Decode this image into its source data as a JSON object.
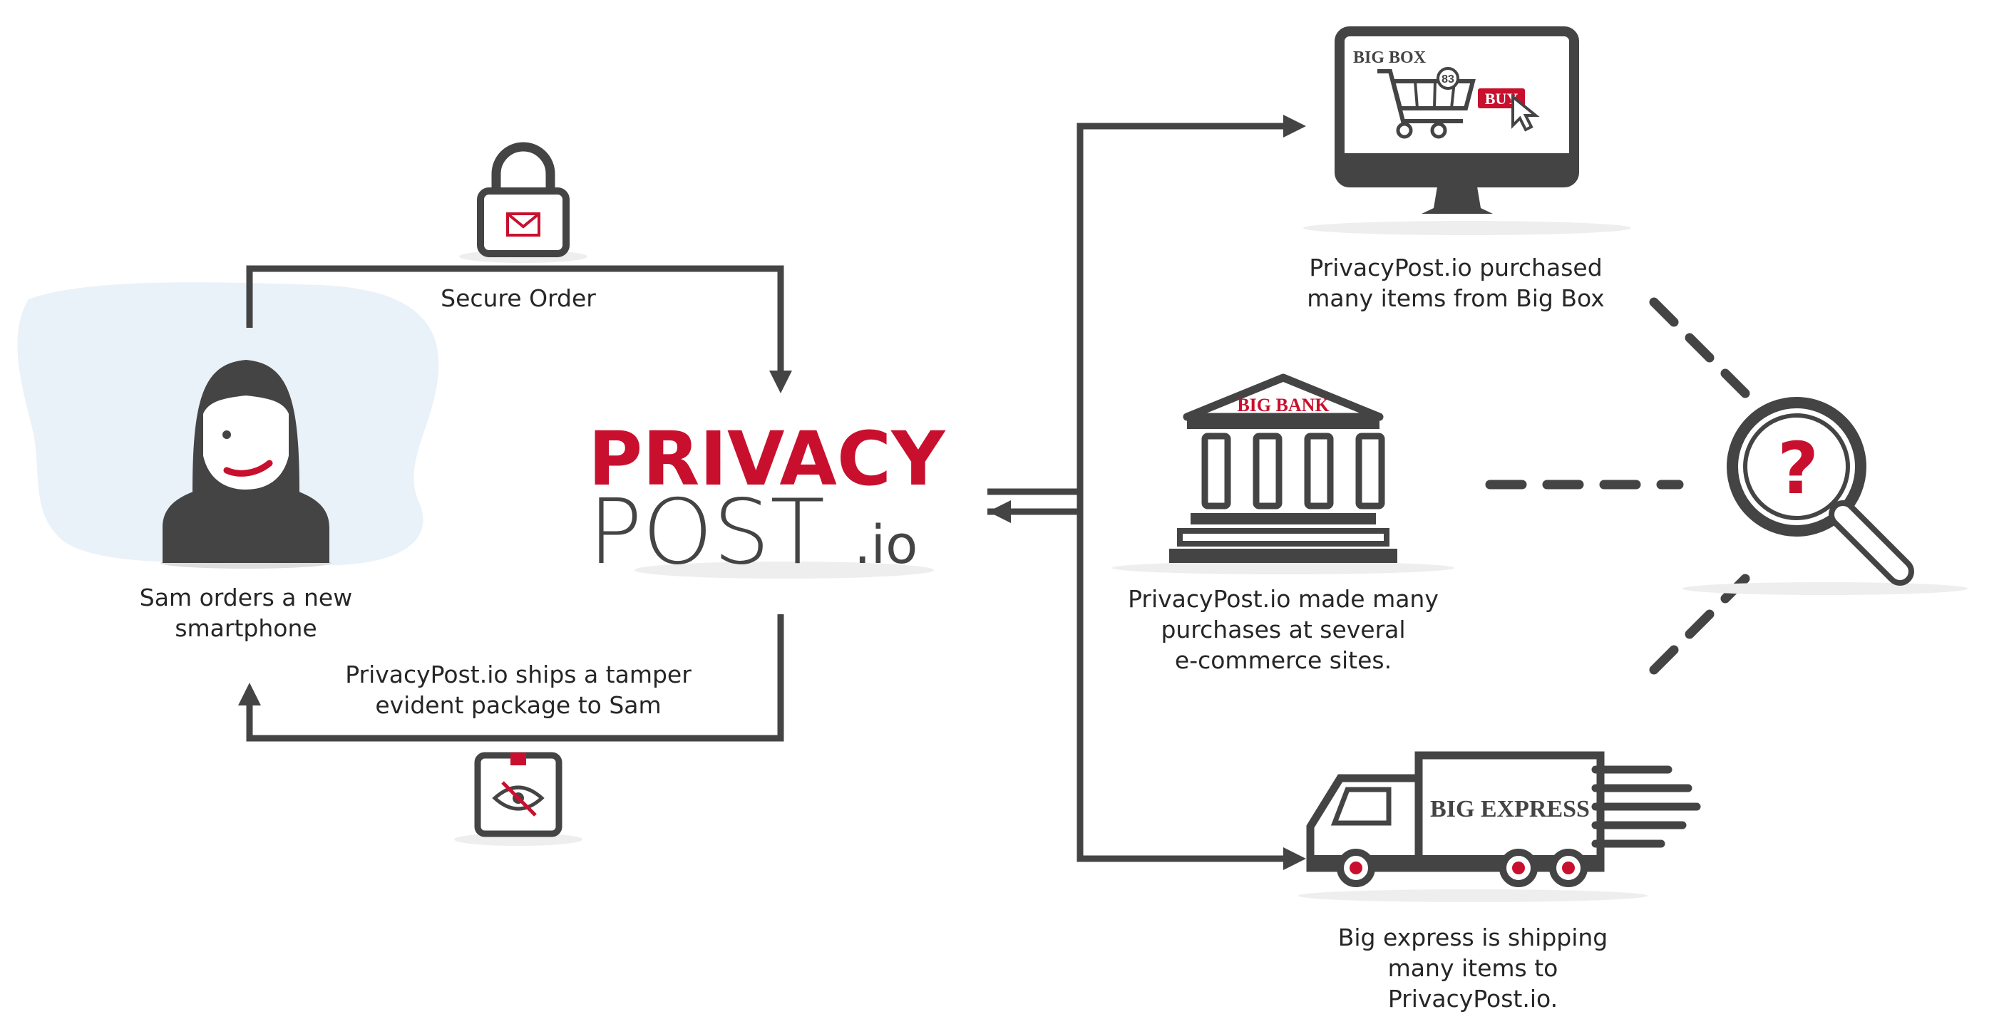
{
  "colors": {
    "dark": "#444444",
    "red": "#c8102e",
    "blob": "#e9f1f9",
    "text": "#262626"
  },
  "logo": {
    "line1": "PRIVACY",
    "line2": "POST",
    "line3": ".io"
  },
  "left": {
    "secure_order_label": "Secure Order",
    "sam_caption": [
      "Sam orders a new",
      "smartphone"
    ],
    "ship_caption": [
      "PrivacyPost.io ships a tamper",
      "evident package to Sam"
    ]
  },
  "right": {
    "bigbox": {
      "screen_title": "BIG BOX",
      "badge": "83",
      "buy_label": "BUY",
      "caption": [
        "PrivacyPost.io purchased",
        "many items from Big Box"
      ]
    },
    "bank": {
      "sign": "BIG BANK",
      "caption": [
        "PrivacyPost.io made many",
        "purchases at several",
        "e-commerce sites."
      ]
    },
    "truck": {
      "label": "BIG EXPRESS",
      "caption": [
        "Big express is shipping",
        "many items to",
        "PrivacyPost.io."
      ]
    },
    "magnifier_symbol": "?"
  },
  "icons": [
    "lock-envelope-icon",
    "user-avatar-icon",
    "tamper-box-eye-icon",
    "monitor-cart-icon",
    "bank-building-icon",
    "delivery-truck-icon",
    "magnifier-question-icon"
  ]
}
